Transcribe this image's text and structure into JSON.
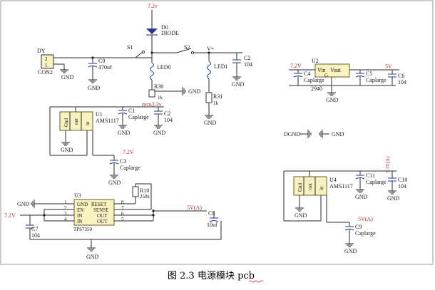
{
  "title": "",
  "caption": "图 2.3  电源模块 pcb",
  "labels": {
    "v72_top": "7.2v",
    "d0": "D0",
    "diode": "DIODE",
    "s1": "S1",
    "s2": "S2",
    "vplus": "V+",
    "c0": "C0",
    "c0_val": "470uf",
    "dy": "DY",
    "con2": "CON2",
    "pin2": "2",
    "pin1": "1",
    "led0": "LED0",
    "led1": "LED1",
    "r30": "R30",
    "r30_val": "1k",
    "r31": "R31",
    "r31_val": "1k",
    "gnd": "GND",
    "c_104": "104",
    "mcu": "mcu3.3v",
    "u1": "U1",
    "ams1117": "AMS1117",
    "gnd_pin": "Gnd",
    "out_pin": "out",
    "in_pin": "in",
    "c1": "C1",
    "caplarge": "Caplarge",
    "c2": "C2",
    "v72": "7.2V",
    "c3": "C3",
    "u2": "U2",
    "vin": "Vin",
    "vout": "Vout",
    "u2_gnd": "G",
    "c4": "C4",
    "c5": "C5",
    "c6": "C6",
    "v5": "5V",
    "part2940": "2940",
    "dgnd": "DGND",
    "u4": "U4",
    "c9": "C9",
    "c10": "C10",
    "c11": "C11",
    "v33a": "3.3V(A)",
    "v5a": "5V(A)",
    "u3": "U3",
    "tps": "TPS7350",
    "gnd_l": "GND",
    "en": "EN",
    "in": "IN",
    "reset": "RESET",
    "sense": "SENSE",
    "out": "OUT",
    "p1": "1",
    "p2": "2",
    "p3": "3",
    "p4": "4",
    "p5": "5",
    "p6": "6",
    "p7": "7",
    "p8": "8",
    "r10": "R10",
    "r10_val": "250k",
    "c7": "C7",
    "c8": "C8",
    "c8_val": "10uf"
  }
}
